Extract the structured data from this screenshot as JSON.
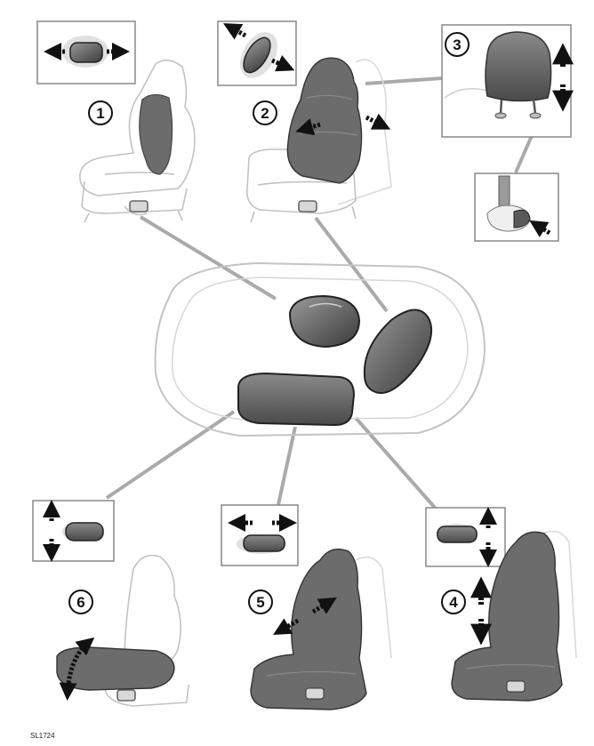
{
  "callouts": [
    {
      "id": "1",
      "label": "1",
      "function": "lumbar-adjust"
    },
    {
      "id": "2",
      "label": "2",
      "function": "backrest-recline"
    },
    {
      "id": "3",
      "label": "3",
      "function": "head-restraint-height"
    },
    {
      "id": "4",
      "label": "4",
      "function": "seat-height"
    },
    {
      "id": "5",
      "label": "5",
      "function": "seat-fore-aft"
    },
    {
      "id": "6",
      "label": "6",
      "function": "cushion-tilt"
    }
  ],
  "figure_code": "SL1724",
  "colors": {
    "line": "#9a9a9a",
    "seat_outline": "#c8c8c8",
    "control_dark": "#555555",
    "control_mid": "#7a7a7a",
    "highlight": "#6f6f6f",
    "panel_border": "#888888",
    "leader": "#a8a8a8"
  },
  "icons": [
    "double-arrow-icon",
    "vertical-arrow-icon",
    "curved-arrow-icon",
    "seat-icon",
    "head-restraint-icon",
    "release-button-icon"
  ]
}
